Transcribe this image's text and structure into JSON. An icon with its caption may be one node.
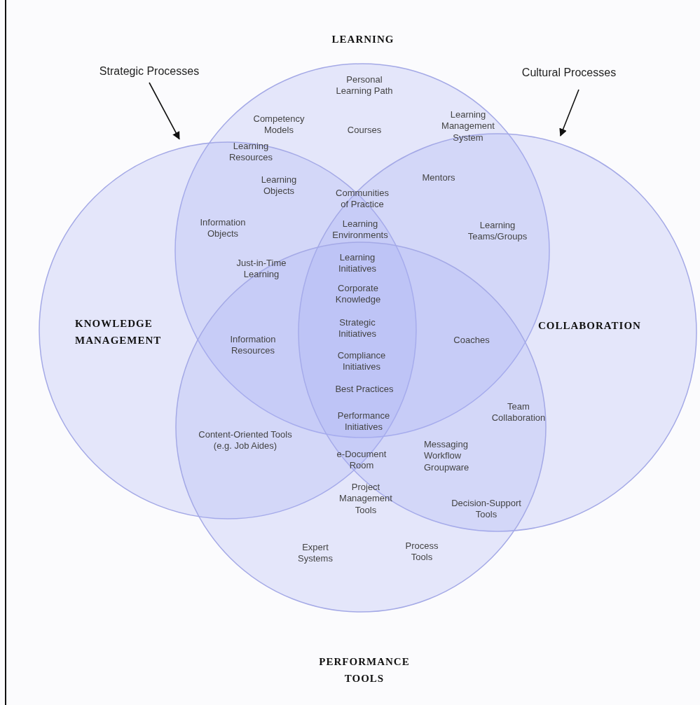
{
  "diagram": {
    "nodes": [
      {
        "text": [
          "LEARNING"
        ]
      },
      {
        "text": [
          "Strategic Processes"
        ]
      },
      {
        "text": [
          "Cultural Processes"
        ]
      },
      {
        "text": [
          "KNOWLEDGE MANAGEMENT"
        ]
      },
      {
        "text": [
          "COLLABORATION"
        ]
      },
      {
        "text": [
          "PERFORMANCE TOOLS"
        ]
      }
    ],
    "edges": [
      {
        "from": 1,
        "to": 3,
        "arrow": "to"
      },
      {
        "from": 2,
        "to": 4,
        "arrow": "to"
      }
    ],
    "labels": [
      "Personal Learning Path",
      "Competency Models",
      "Courses",
      "Learning Management System",
      "Learning Resources",
      "Learning Objects",
      "Mentors",
      "Communities of Practice",
      "Information Objects",
      "Learning Environments",
      "Learning Teams/Groups",
      "Just-in-Time Learning",
      "Learning Initiatives",
      "Corporate Knowledge",
      "Strategic Initiatives",
      "Information Resources",
      "Coaches",
      "Compliance Initiatives",
      "Best Practices",
      "Performance Initiatives",
      "Team Collaboration",
      "Content-Oriented Tools (e.g. Job Aides)",
      "e-Document Room",
      "Messaging Workflow Groupware",
      "Project Management Tools",
      "Decision-Support Tools",
      "Expert Systems",
      "Process Tools"
    ]
  }
}
